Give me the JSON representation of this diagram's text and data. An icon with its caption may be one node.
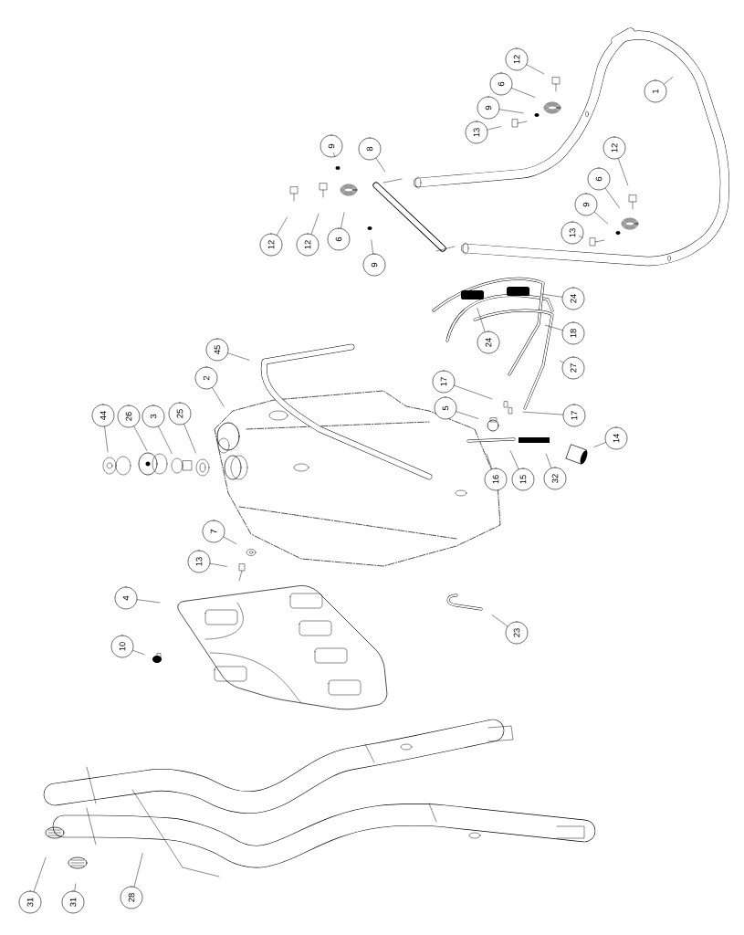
{
  "diagram": {
    "nodes": [
      {
        "text": [
          "12"
        ]
      },
      {
        "text": [
          "1"
        ]
      },
      {
        "text": [
          "6"
        ]
      },
      {
        "text": [
          "9"
        ]
      },
      {
        "text": [
          "13"
        ]
      },
      {
        "text": [
          "9"
        ]
      },
      {
        "text": [
          "8"
        ]
      },
      {
        "text": [
          "12"
        ]
      },
      {
        "text": [
          "6"
        ]
      },
      {
        "text": [
          "9"
        ]
      },
      {
        "text": [
          "13"
        ]
      },
      {
        "text": [
          "12"
        ]
      },
      {
        "text": [
          "12"
        ]
      },
      {
        "text": [
          "6"
        ]
      },
      {
        "text": [
          "9"
        ]
      },
      {
        "text": [
          "24"
        ]
      },
      {
        "text": [
          "24"
        ]
      },
      {
        "text": [
          "18"
        ]
      },
      {
        "text": [
          "45"
        ]
      },
      {
        "text": [
          "27"
        ]
      },
      {
        "text": [
          "2"
        ]
      },
      {
        "text": [
          "17"
        ]
      },
      {
        "text": [
          "5"
        ]
      },
      {
        "text": [
          "17"
        ]
      },
      {
        "text": [
          "44"
        ]
      },
      {
        "text": [
          "26"
        ]
      },
      {
        "text": [
          "3"
        ]
      },
      {
        "text": [
          "25"
        ]
      },
      {
        "text": [
          "14"
        ]
      },
      {
        "text": [
          "16"
        ]
      },
      {
        "text": [
          "15"
        ]
      },
      {
        "text": [
          "32"
        ]
      },
      {
        "text": [
          "7"
        ]
      },
      {
        "text": [
          "13"
        ]
      },
      {
        "text": [
          "4"
        ]
      },
      {
        "text": [
          "23"
        ]
      },
      {
        "text": [
          "10"
        ]
      },
      {
        "text": [
          "28"
        ]
      },
      {
        "text": [
          "31"
        ]
      },
      {
        "text": [
          "31"
        ]
      }
    ],
    "edges": [
      {
        "from": 0,
        "to": null,
        "arrow": "none"
      },
      {
        "from": 1,
        "to": null,
        "arrow": "none"
      },
      {
        "from": 2,
        "to": null,
        "arrow": "none"
      },
      {
        "from": 3,
        "to": null,
        "arrow": "none"
      },
      {
        "from": 4,
        "to": null,
        "arrow": "none"
      },
      {
        "from": 5,
        "to": null,
        "arrow": "none"
      },
      {
        "from": 6,
        "to": null,
        "arrow": "none"
      },
      {
        "from": 7,
        "to": null,
        "arrow": "none"
      },
      {
        "from": 8,
        "to": null,
        "arrow": "none"
      },
      {
        "from": 9,
        "to": null,
        "arrow": "none"
      },
      {
        "from": 10,
        "to": null,
        "arrow": "none"
      },
      {
        "from": 11,
        "to": null,
        "arrow": "none"
      },
      {
        "from": 12,
        "to": null,
        "arrow": "none"
      },
      {
        "from": 13,
        "to": null,
        "arrow": "none"
      },
      {
        "from": 14,
        "to": null,
        "arrow": "none"
      },
      {
        "from": 15,
        "to": null,
        "arrow": "none"
      },
      {
        "from": 16,
        "to": null,
        "arrow": "none"
      },
      {
        "from": 17,
        "to": null,
        "arrow": "none"
      },
      {
        "from": 18,
        "to": null,
        "arrow": "none"
      },
      {
        "from": 19,
        "to": null,
        "arrow": "none"
      },
      {
        "from": 20,
        "to": null,
        "arrow": "none"
      },
      {
        "from": 21,
        "to": null,
        "arrow": "none"
      },
      {
        "from": 22,
        "to": null,
        "arrow": "none"
      },
      {
        "from": 23,
        "to": null,
        "arrow": "none"
      },
      {
        "from": 24,
        "to": null,
        "arrow": "none"
      },
      {
        "from": 25,
        "to": null,
        "arrow": "none"
      },
      {
        "from": 26,
        "to": null,
        "arrow": "none"
      },
      {
        "from": 27,
        "to": null,
        "arrow": "none"
      },
      {
        "from": 28,
        "to": null,
        "arrow": "none"
      },
      {
        "from": 29,
        "to": null,
        "arrow": "none"
      },
      {
        "from": 30,
        "to": null,
        "arrow": "none"
      },
      {
        "from": 31,
        "to": null,
        "arrow": "none"
      },
      {
        "from": 32,
        "to": null,
        "arrow": "none"
      },
      {
        "from": 33,
        "to": null,
        "arrow": "none"
      },
      {
        "from": 34,
        "to": null,
        "arrow": "none"
      },
      {
        "from": 35,
        "to": null,
        "arrow": "none"
      },
      {
        "from": 36,
        "to": null,
        "arrow": "none"
      },
      {
        "from": 37,
        "to": null,
        "arrow": "none"
      },
      {
        "from": 38,
        "to": null,
        "arrow": "none"
      },
      {
        "from": 39,
        "to": null,
        "arrow": "none"
      }
    ]
  }
}
